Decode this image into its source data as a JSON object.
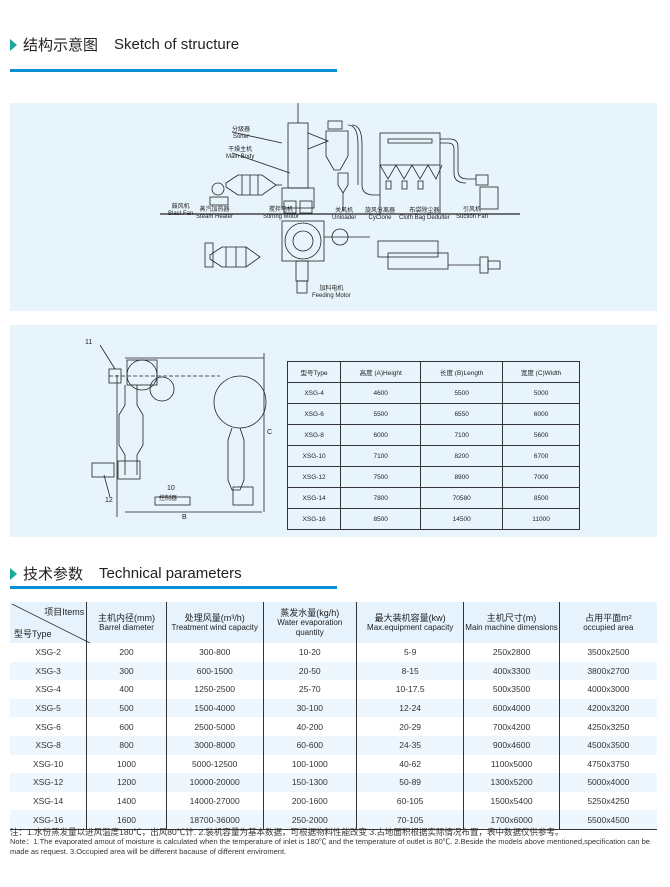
{
  "section1": {
    "title_cn": "结构示意图",
    "title_en": "Sketch of structure"
  },
  "sketch_labels": [
    {
      "cn": "分级器",
      "en": "Sorter"
    },
    {
      "cn": "干燥主机",
      "en": "Main Body"
    },
    {
      "cn": "鼓风机",
      "en": "Blast Fan"
    },
    {
      "cn": "蒸汽加热器",
      "en": "Steam Heater"
    },
    {
      "cn": "搅拌电机",
      "en": "Stirring Motor"
    },
    {
      "cn": "关风机",
      "en": "Unloader"
    },
    {
      "cn": "旋风分离器",
      "en": "CyClone"
    },
    {
      "cn": "布袋除尘器",
      "en": "Cloth Bag Dedulter"
    },
    {
      "cn": "引风机",
      "en": "Suction Fan"
    },
    {
      "cn": "加料电机",
      "en": "Feeding Motor"
    }
  ],
  "layout_drawing": {
    "label_11": "11",
    "label_12": "12",
    "label_10": "10",
    "controller": "控制器",
    "dim_b": "B",
    "dim_c": "C"
  },
  "dimension_table": {
    "headers": [
      "型号Type",
      "高度 (A)Height",
      "长度 (B)Length",
      "宽度 (C)Width"
    ],
    "rows": [
      [
        "XSG-4",
        "4600",
        "5500",
        "5000"
      ],
      [
        "XSG-6",
        "5500",
        "6550",
        "6000"
      ],
      [
        "XSG-8",
        "6000",
        "7100",
        "5600"
      ],
      [
        "XSG-10",
        "7100",
        "8200",
        "6700"
      ],
      [
        "XSG-12",
        "7500",
        "8900",
        "7000"
      ],
      [
        "XSG-14",
        "7800",
        "70580",
        "8500"
      ],
      [
        "XSG-16",
        "8500",
        "14500",
        "11000"
      ]
    ]
  },
  "section2": {
    "title_cn": "技术参数",
    "title_en": "Technical parameters"
  },
  "tech_table": {
    "corner_items": "项目Items",
    "corner_type": "型号Type",
    "headers": [
      {
        "cn": "主机内径(mm)",
        "en": "Barrel diameter"
      },
      {
        "cn": "处理风量(m³/h)",
        "en": "Treatment wind capacity"
      },
      {
        "cn": "蒸发水量(kg/h)",
        "en": "Water evaporation quantity"
      },
      {
        "cn": "最大装机容量(kw)",
        "en": "Max.equipment capacity"
      },
      {
        "cn": "主机尺寸(m)",
        "en": "Main machine dimensions"
      },
      {
        "cn": "占用平面m²",
        "en": "occupied area"
      }
    ],
    "rows": [
      [
        "XSG-2",
        "200",
        "300-800",
        "10-20",
        "5-9",
        "250x2800",
        "3500x2500"
      ],
      [
        "XSG-3",
        "300",
        "600-1500",
        "20-50",
        "8-15",
        "400x3300",
        "3800x2700"
      ],
      [
        "XSG-4",
        "400",
        "1250-2500",
        "25-70",
        "10-17.5",
        "500x3500",
        "4000x3000"
      ],
      [
        "XSG-5",
        "500",
        "1500-4000",
        "30-100",
        "12-24",
        "600x4000",
        "4200x3200"
      ],
      [
        "XSG-6",
        "600",
        "2500-5000",
        "40-200",
        "20-29",
        "700x4200",
        "4250x3250"
      ],
      [
        "XSG-8",
        "800",
        "3000-8000",
        "60-600",
        "24-35",
        "900x4600",
        "4500x3500"
      ],
      [
        "XSG-10",
        "1000",
        "5000-12500",
        "100-1000",
        "40-62",
        "1100x5000",
        "4750x3750"
      ],
      [
        "XSG-12",
        "1200",
        "10000-20000",
        "150-1300",
        "50-89",
        "1300x5200",
        "5000x4000"
      ],
      [
        "XSG-14",
        "1400",
        "14000-27000",
        "200-1600",
        "60-105",
        "1500x5400",
        "5250x4250"
      ],
      [
        "XSG-16",
        "1600",
        "18700-36000",
        "250-2000",
        "70-105",
        "1700x6000",
        "5500x4500"
      ]
    ]
  },
  "notes": {
    "cn": "注：1.水份蒸发量以进风温度180℃，出风80℃计. 2.装机容量为基本数据，可根据物料性能改变 3.占地面积根据实际情况布置，表中数据仅供参考。",
    "en": "Note：1.The evaporated amout of moisture is calculated when the temperature of inlet is 180℃ and the temperature of outlet is 80℃. 2.Beside the models above mentioned,specification can be made as request. 3.Occupied area will be different bacause of different enviroment."
  }
}
